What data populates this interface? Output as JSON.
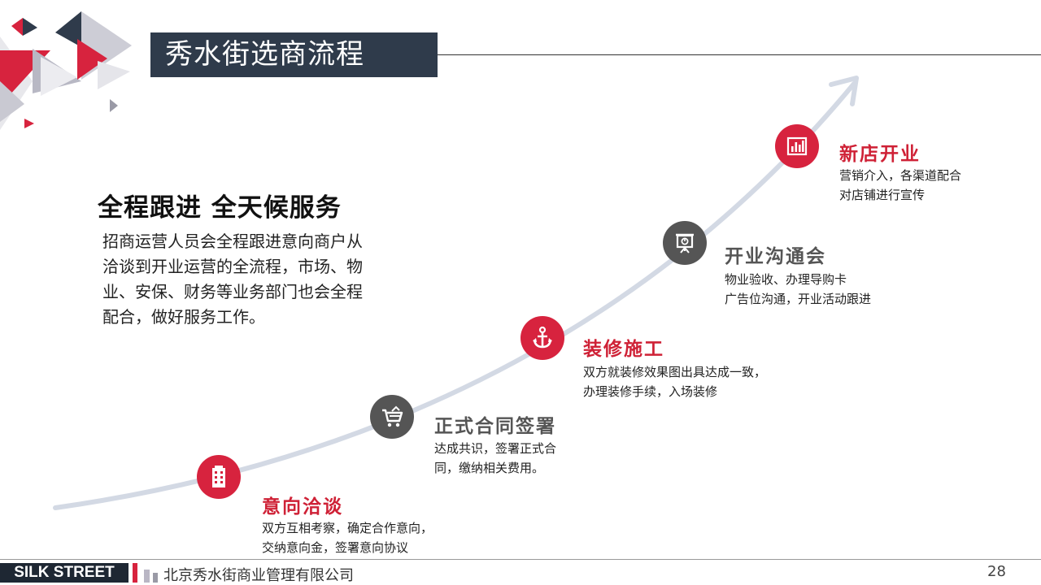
{
  "slide": {
    "title": "秀水街选商流程",
    "page_number": "28"
  },
  "intro": {
    "heading": "全程跟进 全天候服务",
    "lines": [
      "招商运营人员会全程跟进意向商户从",
      "洽谈到开业运营的全流程，市场、物",
      "业、安保、财务等业务部门也会全程",
      "配合，做好服务工作。"
    ]
  },
  "steps": [
    {
      "title": "意向洽谈",
      "icon": "building-icon",
      "color": "#d7233e",
      "lines": [
        "双方互相考察，确定合作意向，",
        "交纳意向金，签署意向协议"
      ]
    },
    {
      "title": "正式合同签署",
      "icon": "cart-icon",
      "color": "#555555",
      "lines": [
        "达成共识，签署正式合",
        "同，缴纳相关费用。"
      ]
    },
    {
      "title": "装修施工",
      "icon": "anchor-icon",
      "color": "#d7233e",
      "lines": [
        "双方就装修效果图出具达成一致，",
        "办理装修手续，入场装修"
      ]
    },
    {
      "title": "开业沟通会",
      "icon": "presentation-icon",
      "color": "#555555",
      "lines": [
        "物业验收、办理导购卡",
        "广告位沟通，开业活动跟进"
      ]
    },
    {
      "title": "新店开业",
      "icon": "bar-chart-icon",
      "color": "#d7233e",
      "lines": [
        "营销介入，各渠道配合",
        "对店铺进行宣传"
      ]
    }
  ],
  "footer": {
    "brand": "SILK STREET",
    "company": "北京秀水街商业管理有限公司"
  },
  "colors": {
    "accent_red": "#d7233e",
    "dark_gray": "#555555",
    "navy": "#2f3b4b",
    "curve": "#d3d9e4"
  }
}
